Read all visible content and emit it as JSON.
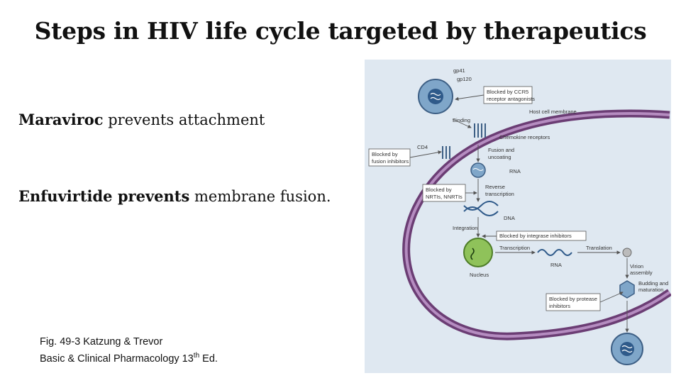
{
  "slide": {
    "title": "Steps in HIV life cycle targeted by therapeutics",
    "bullets": [
      {
        "drug": "Maraviroc",
        "text": " prevents attachment"
      },
      {
        "drug": "Enfuvirtide prevents",
        "text": " membrane fusion."
      }
    ],
    "citation": {
      "line1": "Fig. 49-3 Katzung & Trevor",
      "line2_pre": "Basic & Clinical Pharmacology 13",
      "line2_sup": "th",
      "line2_post": " Ed."
    }
  },
  "figure": {
    "labels": {
      "gp41": "gp41",
      "gp120": "gp120",
      "ccr5_1": "Blocked by CCR5",
      "ccr5_2": "receptor antagonists",
      "host_membrane": "Host cell membrane",
      "binding": "Binding",
      "chemokine": "Chemokine receptors",
      "cd4": "CD4",
      "fusion_1": "Blocked by",
      "fusion_2": "fusion inhibitors",
      "fusion_unc_1": "Fusion and",
      "fusion_unc_2": "uncoating",
      "rna": "RNA",
      "nrti_1": "Blocked by",
      "nrti_2": "NRTIs, NNRTIs",
      "rt_1": "Reverse",
      "rt_2": "transcription",
      "dna": "DNA",
      "integration": "Integration",
      "integrase": "Blocked by integrase inhibitors",
      "transcription": "Transcription",
      "translation": "Translation",
      "rna2": "RNA",
      "nucleus": "Nucleus",
      "virion_1": "Virion",
      "virion_2": "assembly",
      "budding_1": "Budding and",
      "budding_2": "maturation",
      "protease_1": "Blocked by protease",
      "protease_2": "inhibitors"
    }
  }
}
